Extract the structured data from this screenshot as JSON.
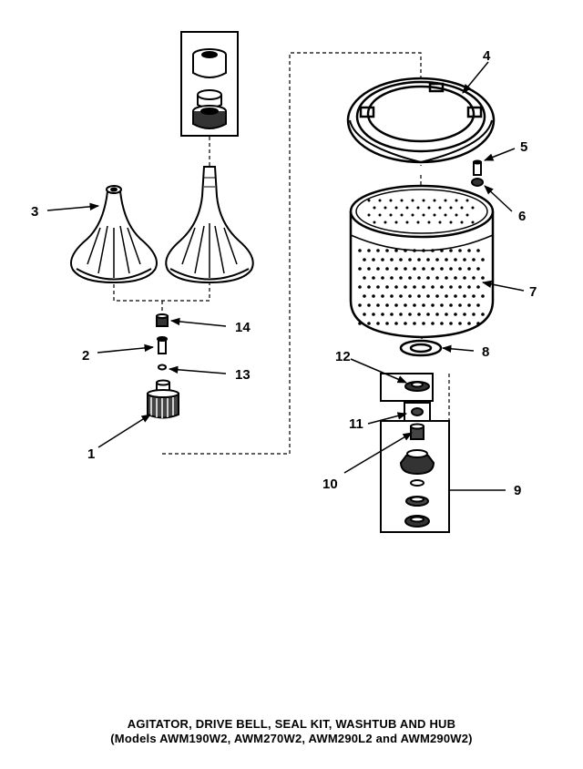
{
  "title": "AGITATOR, DRIVE BELL, SEAL KIT, WASHTUB AND HUB",
  "subtitle": "(Models AWM190W2, AWM270W2, AWM290L2 and AWM290W2)",
  "callouts": {
    "c1": "1",
    "c2": "2",
    "c3": "3",
    "c4": "4",
    "c5": "5",
    "c6": "6",
    "c7": "7",
    "c8": "8",
    "c9": "9",
    "c10": "10",
    "c11": "11",
    "c12": "12",
    "c13": "13",
    "c14": "14"
  },
  "line_color": "#000000"
}
